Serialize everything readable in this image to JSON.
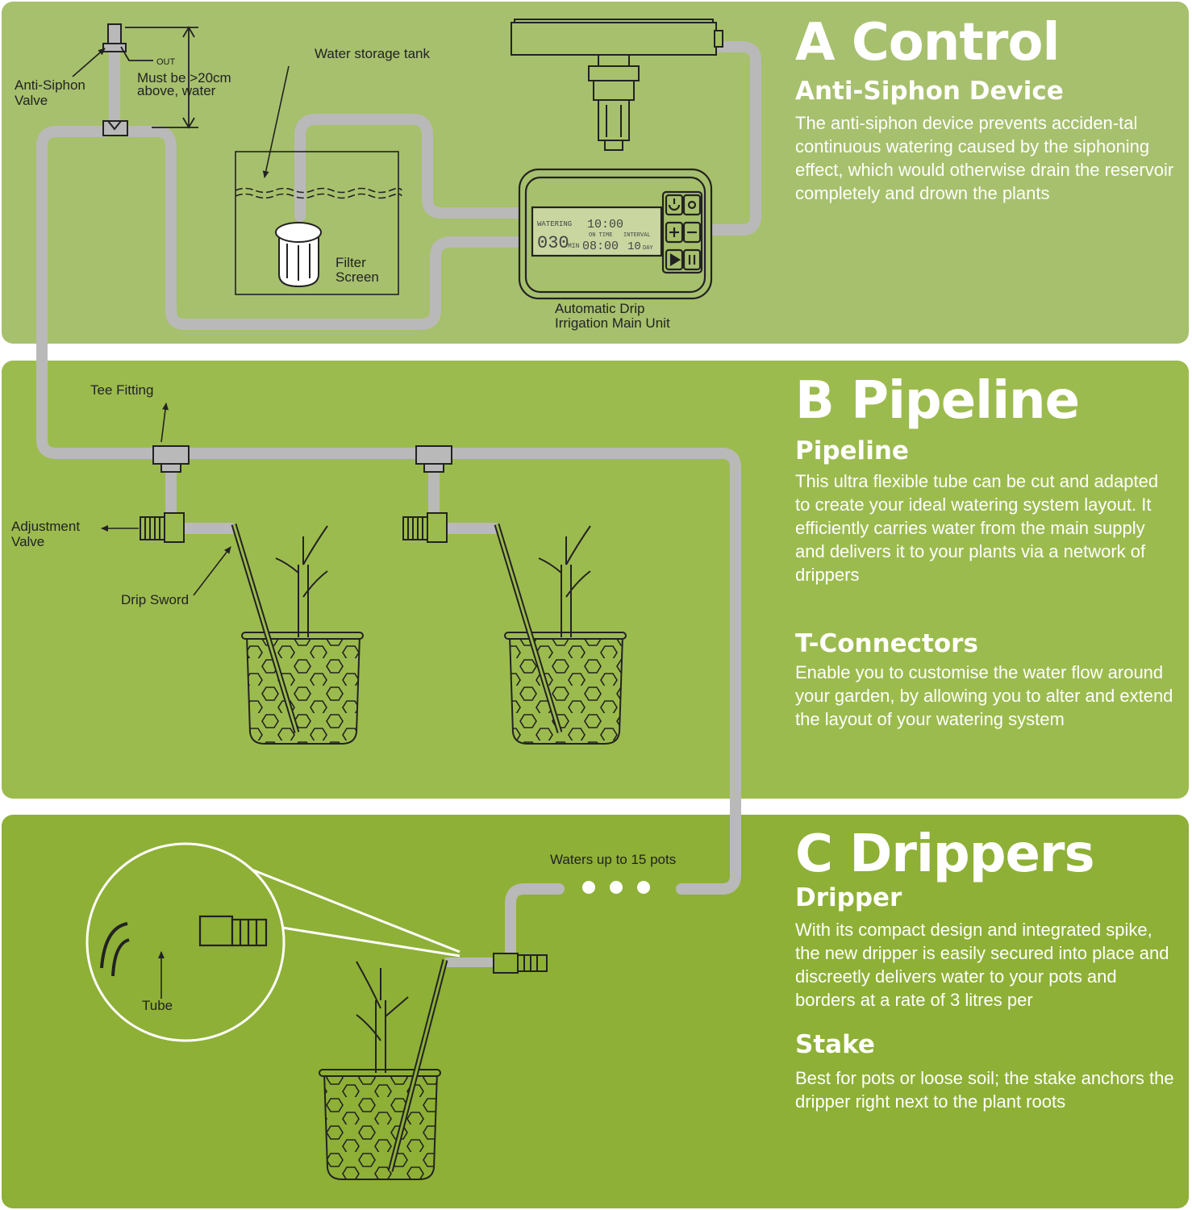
{
  "sections": {
    "a": {
      "title": "A Control",
      "subtitle": "Anti-Siphon Device",
      "body": "The anti-siphon device prevents acciden-tal continuous watering caused by the siphoning effect, which would otherwise drain the reservoir completely and drown the plants"
    },
    "b": {
      "title": "B Pipeline",
      "subtitle": "Pipeline",
      "body": "This ultra flexible tube can be cut and adapted to create your ideal watering system layout. It efficiently carries water from the main supply and delivers it to your plants via a network of drippers",
      "subtitle2": "T-Connectors",
      "body2": "Enable you to customise the water flow around your garden, by allowing you to alter and extend the layout of your watering system"
    },
    "c": {
      "title": "C Drippers",
      "subtitle": "Dripper",
      "body": "With its compact design and integrated spike, the new dripper is easily secured into place and discreetly delivers water to your pots and borders at a rate of 3 litres per",
      "subtitle2": "Stake",
      "body2": "Best for pots or loose soil; the stake anchors the dripper right next to the plant roots"
    }
  },
  "labels": {
    "anti_siphon_1": "Anti-Siphon",
    "anti_siphon_2": "Valve",
    "out": "OUT",
    "height_1": "Must be >20cm",
    "height_2": "above, water",
    "tank": "Water storage tank",
    "filter_1": "Filter",
    "filter_2": "Screen",
    "unit_1": "Automatic Drip",
    "unit_2": "Irrigation Main Unit",
    "tee": "Tee Fitting",
    "adjust_1": "Adjustment",
    "adjust_2": "Valve",
    "sword": "Drip Sword",
    "pots": "Waters up to 15 pots",
    "tube": "Tube"
  },
  "lcd": {
    "top_left": "WATERING",
    "top_time": "10:00",
    "big_value": "030",
    "big_unit": "MIN",
    "mid_label": "ON TIME",
    "mid_right": "INTERVAL",
    "bottom_time": "08:00",
    "bottom_right": "10",
    "bottom_unit": "DAY"
  },
  "colors": {
    "panel_a": "#a7c06d",
    "panel_b": "#9cbb4e",
    "panel_c": "#8eb036",
    "tube": "#b9b9b9",
    "outline": "#222222",
    "text_light": "#ffffff"
  }
}
